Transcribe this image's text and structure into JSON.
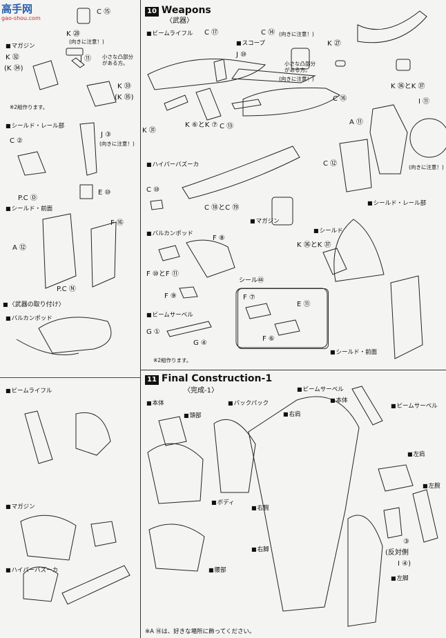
{
  "watermark": {
    "top": "高手网",
    "bottom": "gao-shou.com"
  },
  "left": {
    "c15": "C ⑮",
    "k28": "K ㉘",
    "k28_note": "(向きに注意！)",
    "j11": "J ⑪",
    "magazine": "マガジン",
    "k32": "K ㉜",
    "k34": "(K ㉞)",
    "note_hollow": "小さな凸部分\nがある方。",
    "k33": "K ㉝",
    "k35": "(K ㉟)",
    "two_sets": "※2組作ります。",
    "rail_title": "シールド・レール部",
    "c2": "C ②",
    "j3": "J ③",
    "j3_note": "(向きに注意！)",
    "pcd": "P.C Ⓓ",
    "e10": "E ⑩",
    "shield_front": "シールド・前面",
    "f16": "F ⑯",
    "a12": "A ⑫",
    "pcn": "P.C Ⓝ",
    "attach_title": "〈武器の取り付け〉",
    "vulcan": "バルカンポッド",
    "beam_rifle": "ビームライフル",
    "magazine2": "マガジン",
    "hyper_bazooka": "ハイパーバズーカ"
  },
  "weapons": {
    "step": "10",
    "title": "Weapons",
    "subtitle": "〈武器〉",
    "beam_rifle": "ビームライフル",
    "c17": "C ⑰",
    "scope": "スコープ",
    "c14": "C ⑭",
    "c14_note": "(向きに注意！)",
    "j10": "J ⑩",
    "k27": "K ㉗",
    "note_hollow": "小さな凸部分\nがある方。",
    "note_dir": "(向きに注意！)",
    "c16": "C ⑯",
    "k36_37": "K ㊱とK ㊲",
    "k31": "K ㉛",
    "k6_7": "K ⑥とK ⑦",
    "c13": "C ⑬",
    "i11": "I ⑪",
    "a11": "A ⑪",
    "c12": "C ⑫",
    "note_dir2": "(向きに注意！)",
    "hyper_bazooka": "ハイパーバズーカ",
    "c10": "C ⑩",
    "c18_19": "C ⑱とC ⑲",
    "rail_part": "シールド・レール部",
    "magazine": "マガジン",
    "shield": "シールド",
    "vulcan_pod": "バルカンポッド",
    "f8": "F ⑧",
    "k36_37b": "K ㊱とK ㊲",
    "f10_11": "F ⑩とF ⑪",
    "seal": "シール㊹",
    "f9": "F ⑨",
    "f7": "F ⑦",
    "e11": "E ⑪",
    "beam_saber": "ビームサーベル",
    "g1": "G ①",
    "g4": "G ④",
    "f6": "F ⑥",
    "two_sets": "※2組作ります。",
    "shield_front": "シールド・前面"
  },
  "final": {
    "step": "11",
    "title": "Final Construction-1",
    "subtitle": "〈完成-1〉",
    "body": "本体",
    "head": "頭部",
    "backpack": "バックパック",
    "beam_saber": "ビームサーベル",
    "body2": "本体",
    "right_shoulder": "右肩",
    "beam_saber2": "ビームサーベル",
    "body_torso": "ボディ",
    "left_shoulder": "左肩",
    "left_arm": "左腕",
    "right_arm": "右腕",
    "right_leg": "右脚",
    "waist": "腰部",
    "n3": "③",
    "opposite": "(反対側",
    "i4": "I ④)",
    "left_leg": "左脚",
    "footnote": "※A ⑯は、好きな場所に飾ってください。"
  }
}
